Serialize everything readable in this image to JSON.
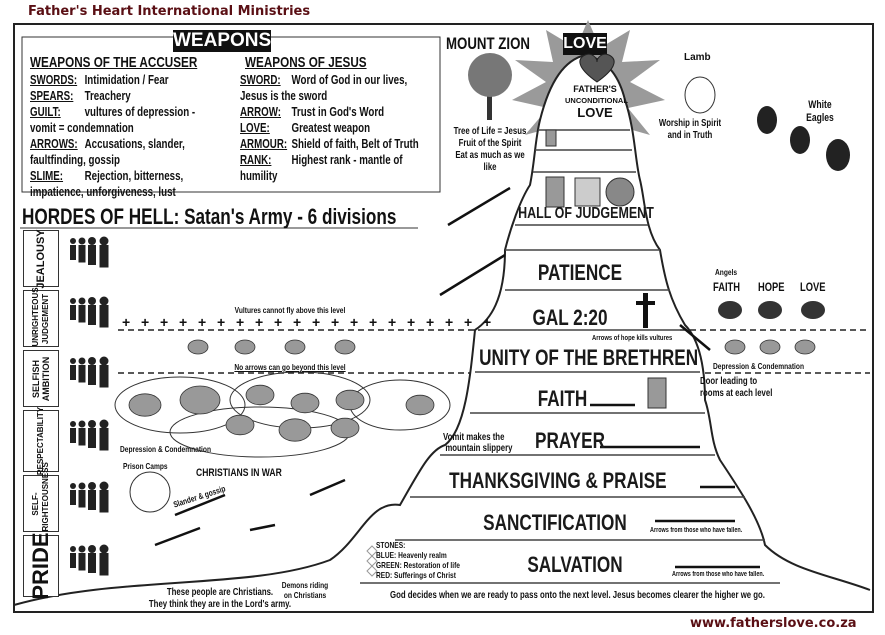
{
  "header": {
    "title": "Father's Heart International Ministries",
    "url": "www.fatherslove.co.za"
  },
  "weapons": {
    "title": "WEAPONS",
    "accuser": {
      "heading": "WEAPONS OF THE ACCUSER",
      "items": [
        {
          "term": "SWORDS:",
          "text": "Intimidation / Fear"
        },
        {
          "term": "SPEARS:",
          "text": "Treachery"
        },
        {
          "term": "GUILT:",
          "text": "vultures of depression -",
          "cont": "vomit = condemnation"
        },
        {
          "term": "ARROWS:",
          "text": "Accusations, slander,",
          "cont": "faultfinding, gossip"
        },
        {
          "term": "SLIME:",
          "text": "Rejection, bitterness,",
          "cont": "impatience, unforgiveness, lust"
        }
      ]
    },
    "jesus": {
      "heading": "WEAPONS OF JESUS",
      "items": [
        {
          "term": "SWORD:",
          "text": "Word of God in our lives,",
          "cont": "Jesus is the sword"
        },
        {
          "term": "ARROW:",
          "text": "Trust in God's Word"
        },
        {
          "term": "LOVE:",
          "text": "Greatest weapon"
        },
        {
          "term": "ARMOUR:",
          "text": "Shield of faith, Belt of Truth"
        },
        {
          "term": "RANK:",
          "text": "Highest rank - mantle of",
          "cont": "humility"
        }
      ]
    }
  },
  "hordes": {
    "title": "HORDES OF HELL:  Satan's Army - 6 divisions",
    "divisions": [
      "JEALOUSY",
      "UNRIGHTEOUS JUDGEMENT",
      "SELFISH AMBITION",
      "RESPECTABILITY",
      "SELF-RIGHTEOUSNESS",
      "PRIDE"
    ]
  },
  "mountain": {
    "title": "MOUNT ZION",
    "summit": "LOVE",
    "summit_text": [
      "FATHER'S",
      "UNCONDITIONAL",
      "LOVE"
    ],
    "hall": "HALL OF JUDGEMENT",
    "levels": [
      "PATIENCE",
      "GAL 2:20",
      "UNITY OF THE BRETHREN",
      "FAITH",
      "PRAYER",
      "THANKSGIVING & PRAISE",
      "SANCTIFICATION",
      "SALVATION"
    ]
  },
  "annotations": {
    "tree": [
      "Tree of Life = Jesus",
      "Fruit of the Spirit",
      "Eat as much as we",
      "like"
    ],
    "lamb": "Lamb",
    "worship": [
      "Worship in Spirit",
      "and in Truth"
    ],
    "eagles": [
      "White",
      "Eagles"
    ],
    "vultures_limit": "Vultures cannot fly above this level",
    "arrows_limit": "No arrows can go beyond this level",
    "depression_left": "Depression & Condemnation",
    "depression_right": "Depression & Condemnation",
    "arrows_hope": "Arrows of hope kills vultures",
    "angels": "Angels",
    "angel_names": [
      "FAITH",
      "HOPE",
      "LOVE"
    ],
    "door": [
      "Door leading to",
      "rooms at each level"
    ],
    "vomit": [
      "Vomit makes the",
      "mountain slippery"
    ],
    "prison": "Prison Camps",
    "christians_war": "CHRISTIANS IN WAR",
    "slander": "Slander & gossip",
    "people": [
      "These people are Christians.",
      "They think they are in the Lord's army."
    ],
    "demons": [
      "Demons riding",
      "on Christians"
    ],
    "stones_title": "STONES:",
    "stones": [
      "BLUE:  Heavenly realm",
      "GREEN:  Restoration of life",
      "RED:  Sufferings of Christ"
    ],
    "fallen1": "Arrows from those who have fallen.",
    "fallen2": "Arrows from those who have fallen.",
    "footer": "God decides when we are ready to pass onto the next level.  Jesus becomes clearer the higher we go."
  },
  "colors": {
    "title": "#5a0f14",
    "ink": "#111111",
    "gray": "#8a8a8a",
    "star": "#9a9a9a",
    "heart": "#555555"
  }
}
